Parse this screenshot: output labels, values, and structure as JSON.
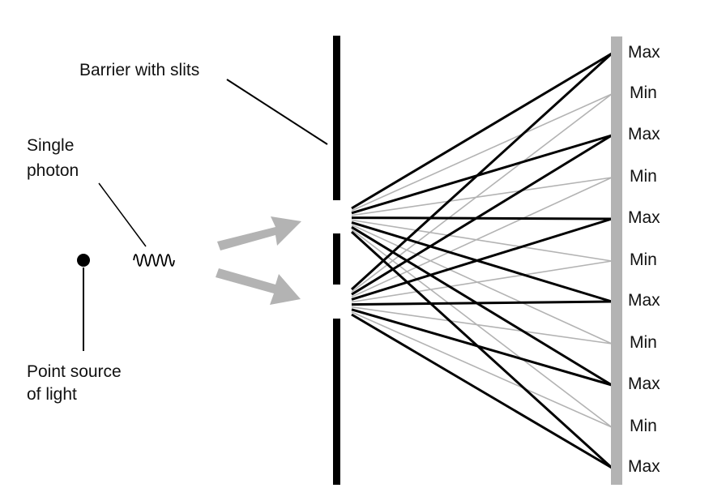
{
  "labels": {
    "barrier": "Barrier with slits",
    "photon_line1": "Single",
    "photon_line2": "photon",
    "source_line1": "Point source",
    "source_line2": "of light"
  },
  "screen_labels": [
    "Max",
    "Min",
    "Max",
    "Min",
    "Max",
    "Min",
    "Max",
    "Min",
    "Max",
    "Min",
    "Max"
  ],
  "colors": {
    "max_line": "#000000",
    "min_line": "#b3b3b3",
    "arrow": "#b3b3b3",
    "screen": "#b3b3b3"
  }
}
